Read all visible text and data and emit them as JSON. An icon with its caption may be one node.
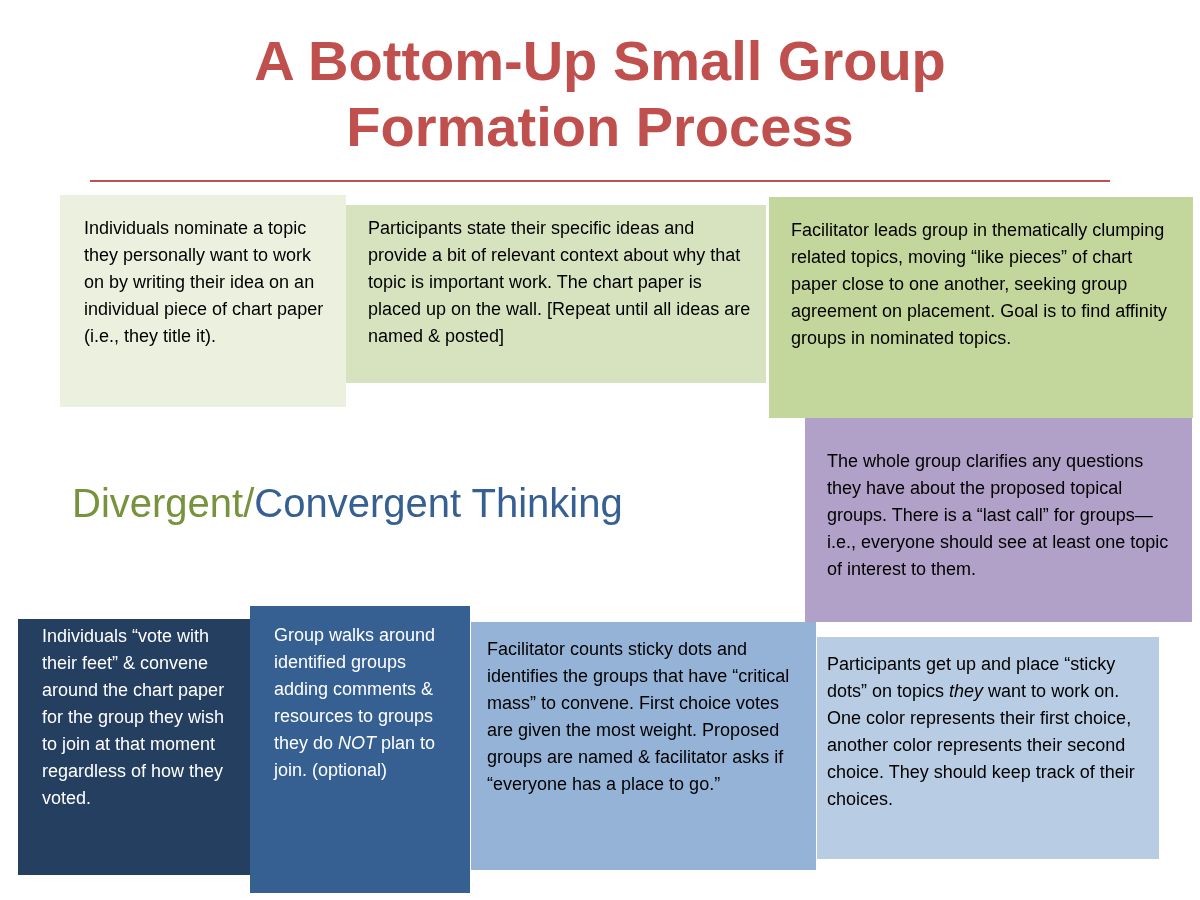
{
  "diagram": {
    "title": "A Bottom-Up Small Group Formation Process",
    "nodes": [
      {
        "text": [
          "Individuals nominate a topic they personally want to work on by writing their idea on an individual piece of chart paper (i.e., they title it)."
        ]
      },
      {
        "text": [
          "Participants state their specific ideas and provide a bit of relevant context about why that topic is important work. The chart paper is placed up on the wall. [Repeat until all ideas are named & posted]"
        ]
      },
      {
        "text": [
          "Facilitator leads group in thematically clumping related topics, moving “like pieces” of chart paper close to one another, seeking group agreement on placement. Goal is to find affinity groups in nominated topics."
        ]
      },
      {
        "text": [
          "The whole group clarifies any questions they have about the proposed topical groups. There is a “last call” for groups—i.e., everyone should see at least one topic of interest to them."
        ]
      },
      {
        "text": [
          "Participants get up and place “sticky dots” on topics *they* want to work on. One color represents their first choice, another color represents their second choice. They should keep track of their choices."
        ]
      },
      {
        "text": [
          "Facilitator counts sticky dots and identifies the groups that have “critical mass” to convene. First choice votes are given the most weight. Proposed groups are named & facilitator asks if “everyone has a place to go.”"
        ]
      },
      {
        "text": [
          "Group walks around identified groups adding comments & resources to groups they do *NOT* plan to join. (optional)"
        ]
      },
      {
        "text": [
          "Individuals “vote with their feet” & convene around the chart paper for the group they wish to join at that moment regardless of how they voted."
        ]
      }
    ],
    "labels": [
      "Divergent/",
      "Convergent Thinking"
    ]
  }
}
